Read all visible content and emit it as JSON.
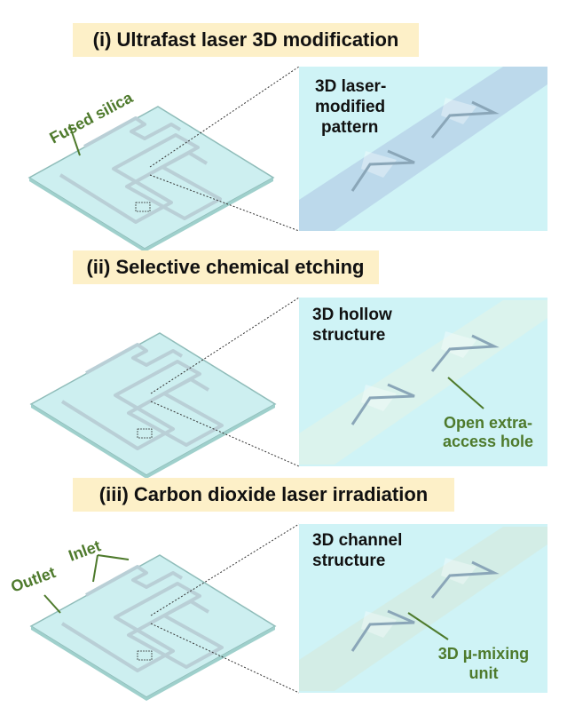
{
  "colors": {
    "banner": "#fdf0c8",
    "glass": "#cdeff0",
    "inset_bg": "#cff3f6",
    "channel": "#b9d6ea",
    "hollow": "#dcf3ec",
    "label_green": "#4e7a2c"
  },
  "steps": [
    {
      "title": "(i) Ultrafast laser 3D modification",
      "inset_label": [
        "3D laser-",
        "modified",
        "pattern"
      ],
      "chip_label": "Fused silica"
    },
    {
      "title": "(ii) Selective chemical etching",
      "inset_label": [
        "3D hollow",
        "structure"
      ],
      "callout": [
        "Open extra-",
        "access hole"
      ]
    },
    {
      "title": "(iii) Carbon dioxide laser irradiation",
      "inset_label": [
        "3D channel",
        "structure"
      ],
      "chip_labels": [
        "Outlet",
        "Inlet"
      ],
      "callout": [
        "3D µ-mixing",
        "unit"
      ]
    }
  ]
}
